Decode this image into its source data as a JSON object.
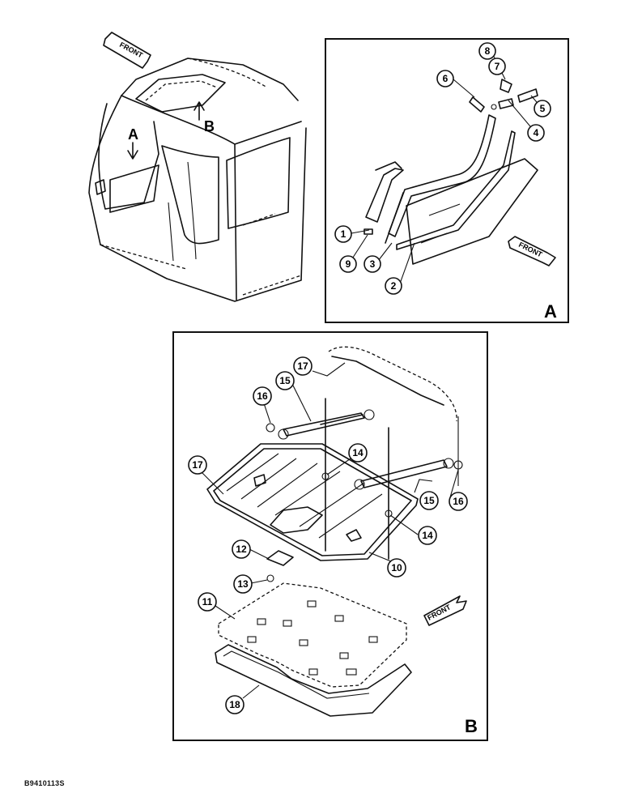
{
  "figure_ref": "B9410113S",
  "front_label": "FRONT",
  "view_letters": {
    "a": "A",
    "b": "B"
  },
  "callouts": [
    "1",
    "2",
    "3",
    "4",
    "5",
    "6",
    "7",
    "8",
    "9",
    "10",
    "11",
    "12",
    "13",
    "14",
    "15",
    "16",
    "17",
    "18"
  ]
}
